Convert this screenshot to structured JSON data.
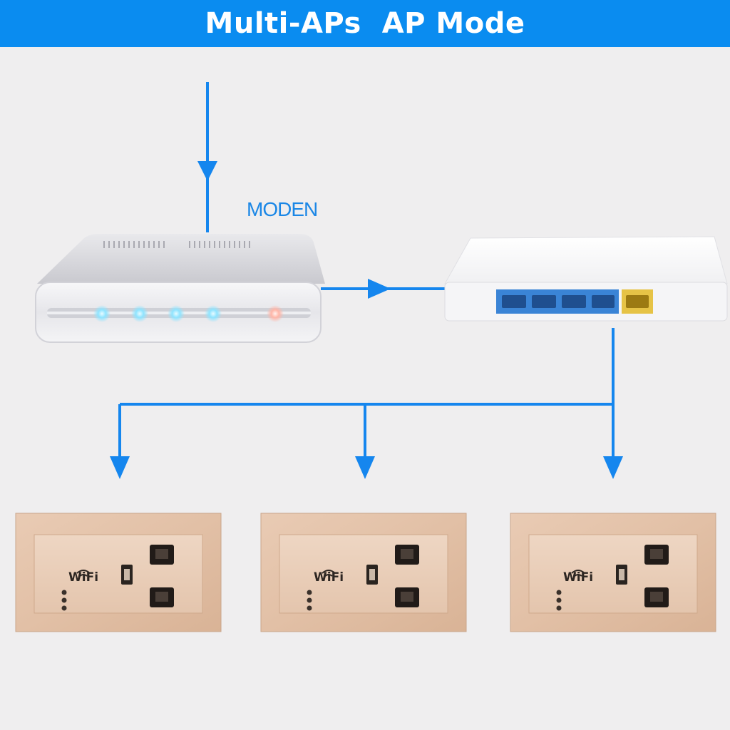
{
  "banner": {
    "title": "Multi-APs  AP Mode"
  },
  "modem": {
    "label": "MODEN"
  },
  "panels": [
    {
      "label": "WiFi"
    },
    {
      "label": "WiFi"
    },
    {
      "label": "WiFi"
    }
  ],
  "colors": {
    "banner": "#0a8cf0",
    "arrow": "#1586ee",
    "panel_gold": "#e6c6ad",
    "lan_port_blue": "#3b86d8",
    "wan_port_yellow": "#e8c64a"
  },
  "icons": [
    "down-arrow",
    "right-arrow",
    "modem-device",
    "router-device",
    "wall-socket-ap"
  ]
}
